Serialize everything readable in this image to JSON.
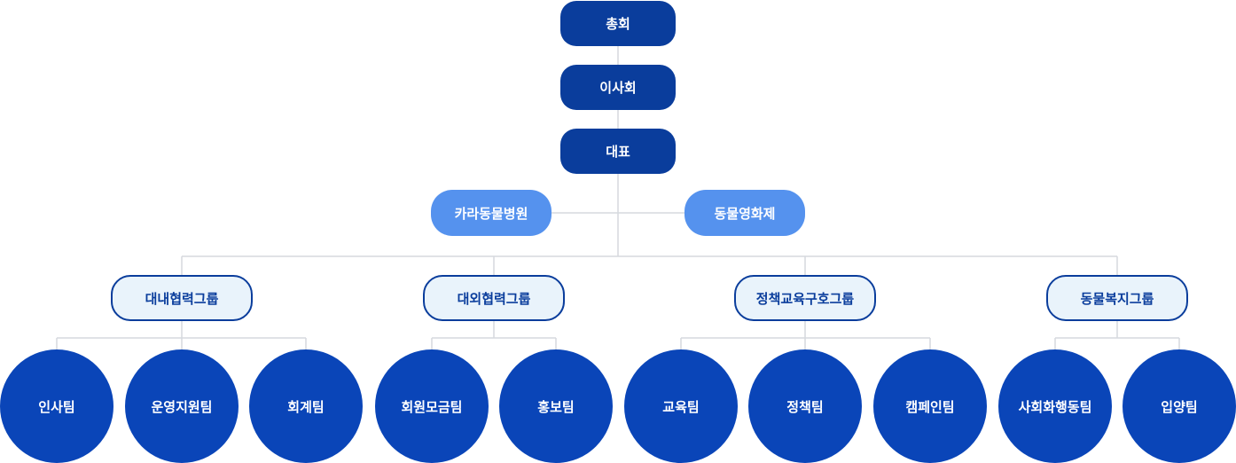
{
  "executive": {
    "general_assembly": "총회",
    "board": "이사회",
    "representative": "대표"
  },
  "affiliates": {
    "hospital": "카라동물병원",
    "film_festival": "동물영화제"
  },
  "groups": [
    {
      "label": "대내협력그룹",
      "teams": [
        "인사팀",
        "운영지원팀",
        "회계팀"
      ]
    },
    {
      "label": "대외협력그룹",
      "teams": [
        "회원모금팀",
        "홍보팀"
      ]
    },
    {
      "label": "정책교육구호그룹",
      "teams": [
        "교육팀",
        "정책팀",
        "캠페인팀"
      ]
    },
    {
      "label": "동물복지그룹",
      "teams": [
        "사회화행동팀",
        "입양팀"
      ]
    }
  ],
  "colors": {
    "executive": "#0A3D9C",
    "affiliate": "#5592EE",
    "group_fill": "#E9F3FB",
    "group_border": "#0A3D9C",
    "team": "#0A45B8",
    "connector": "#D6D9DE"
  }
}
